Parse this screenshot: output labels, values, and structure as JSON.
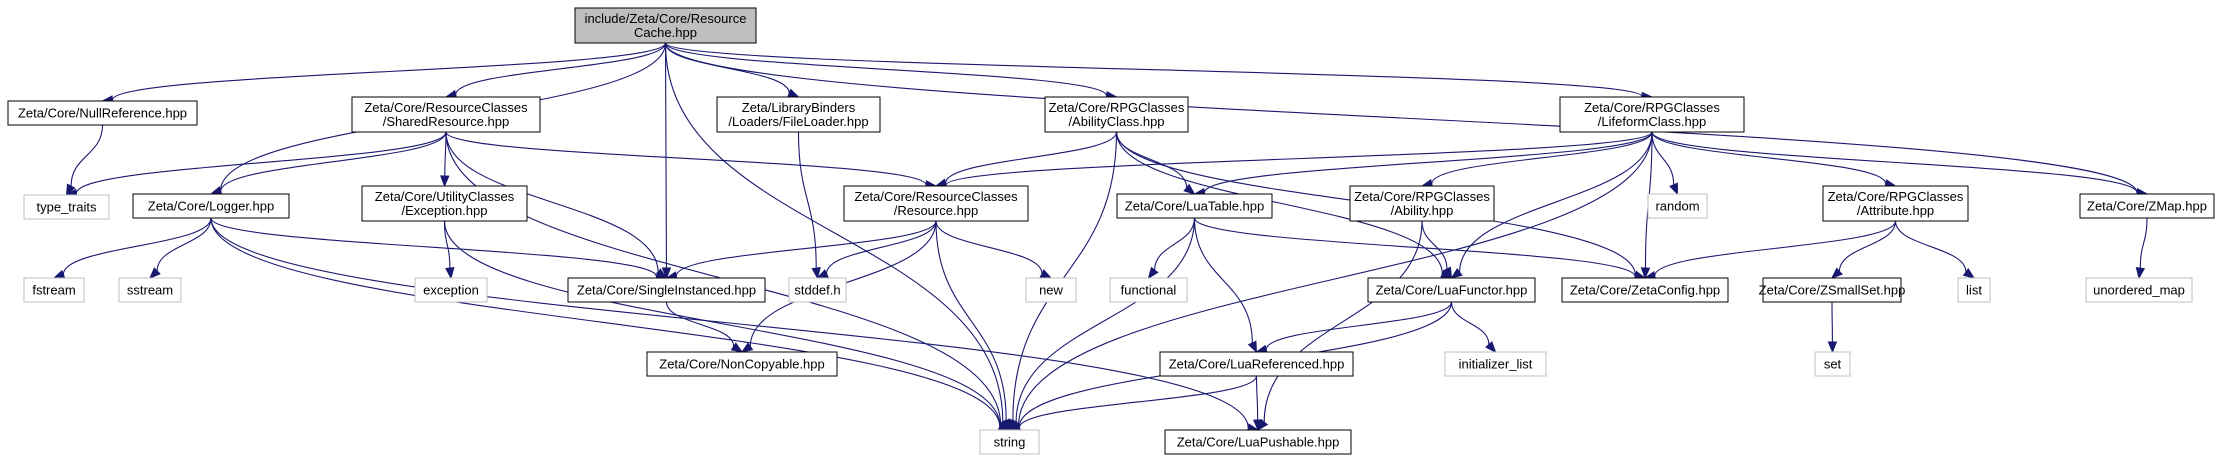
{
  "colors": {
    "edge": "#191970",
    "node_border": "#000000",
    "system_border": "#bfbfbf",
    "root_fill": "#bfbfbf",
    "node_fill": "#ffffff",
    "system_text": "#7f7f7f"
  },
  "nodes": [
    {
      "id": "root",
      "kind": "root",
      "lines": [
        "include/Zeta/Core/Resource",
        "Cache.hpp"
      ]
    },
    {
      "id": "nullref",
      "kind": "header",
      "lines": [
        "Zeta/Core/NullReference.hpp"
      ]
    },
    {
      "id": "sharedres",
      "kind": "header",
      "lines": [
        "Zeta/Core/ResourceClasses",
        "/SharedResource.hpp"
      ]
    },
    {
      "id": "fileloader",
      "kind": "header",
      "lines": [
        "Zeta/LibraryBinders",
        "/Loaders/FileLoader.hpp"
      ]
    },
    {
      "id": "abilityclass",
      "kind": "header",
      "lines": [
        "Zeta/Core/RPGClasses",
        "/AbilityClass.hpp"
      ]
    },
    {
      "id": "lifeform",
      "kind": "header",
      "lines": [
        "Zeta/Core/RPGClasses",
        "/LifeformClass.hpp"
      ]
    },
    {
      "id": "type_traits",
      "kind": "system",
      "lines": [
        "type_traits"
      ]
    },
    {
      "id": "logger",
      "kind": "header",
      "lines": [
        "Zeta/Core/Logger.hpp"
      ]
    },
    {
      "id": "exception_hpp",
      "kind": "header",
      "lines": [
        "Zeta/Core/UtilityClasses",
        "/Exception.hpp"
      ]
    },
    {
      "id": "resource",
      "kind": "header",
      "lines": [
        "Zeta/Core/ResourceClasses",
        "/Resource.hpp"
      ]
    },
    {
      "id": "luatable",
      "kind": "header",
      "lines": [
        "Zeta/Core/LuaTable.hpp"
      ]
    },
    {
      "id": "ability",
      "kind": "header",
      "lines": [
        "Zeta/Core/RPGClasses",
        "/Ability.hpp"
      ]
    },
    {
      "id": "random",
      "kind": "system",
      "lines": [
        "random"
      ]
    },
    {
      "id": "attribute",
      "kind": "header",
      "lines": [
        "Zeta/Core/RPGClasses",
        "/Attribute.hpp"
      ]
    },
    {
      "id": "zmap",
      "kind": "header",
      "lines": [
        "Zeta/Core/ZMap.hpp"
      ]
    },
    {
      "id": "fstream",
      "kind": "system",
      "lines": [
        "fstream"
      ]
    },
    {
      "id": "sstream",
      "kind": "system",
      "lines": [
        "sstream"
      ]
    },
    {
      "id": "exception",
      "kind": "system",
      "lines": [
        "exception"
      ]
    },
    {
      "id": "singleinst",
      "kind": "header",
      "lines": [
        "Zeta/Core/SingleInstanced.hpp"
      ]
    },
    {
      "id": "stddef",
      "kind": "system",
      "lines": [
        "stddef.h"
      ]
    },
    {
      "id": "new",
      "kind": "system",
      "lines": [
        "new"
      ]
    },
    {
      "id": "functional",
      "kind": "system",
      "lines": [
        "functional"
      ]
    },
    {
      "id": "luafunctor",
      "kind": "header",
      "lines": [
        "Zeta/Core/LuaFunctor.hpp"
      ]
    },
    {
      "id": "zetaconfig",
      "kind": "header",
      "lines": [
        "Zeta/Core/ZetaConfig.hpp"
      ]
    },
    {
      "id": "zsmallset",
      "kind": "header",
      "lines": [
        "Zeta/Core/ZSmallSet.hpp"
      ]
    },
    {
      "id": "list",
      "kind": "system",
      "lines": [
        "list"
      ]
    },
    {
      "id": "unordered_map",
      "kind": "system",
      "lines": [
        "unordered_map"
      ]
    },
    {
      "id": "noncopyable",
      "kind": "header",
      "lines": [
        "Zeta/Core/NonCopyable.hpp"
      ]
    },
    {
      "id": "initializer_list",
      "kind": "system",
      "lines": [
        "initializer_list"
      ]
    },
    {
      "id": "luareferenced",
      "kind": "header",
      "lines": [
        "Zeta/Core/LuaReferenced.hpp"
      ]
    },
    {
      "id": "set",
      "kind": "system",
      "lines": [
        "set"
      ]
    },
    {
      "id": "string",
      "kind": "system",
      "lines": [
        "string"
      ]
    },
    {
      "id": "luapushable",
      "kind": "header",
      "lines": [
        "Zeta/Core/LuaPushable.hpp"
      ]
    }
  ],
  "edges": [
    [
      "root",
      "nullref"
    ],
    [
      "root",
      "sharedres"
    ],
    [
      "root",
      "fileloader"
    ],
    [
      "root",
      "abilityclass"
    ],
    [
      "root",
      "lifeform"
    ],
    [
      "root",
      "logger"
    ],
    [
      "root",
      "singleinst"
    ],
    [
      "root",
      "zmap"
    ],
    [
      "root",
      "string"
    ],
    [
      "nullref",
      "type_traits"
    ],
    [
      "sharedres",
      "type_traits"
    ],
    [
      "sharedres",
      "logger"
    ],
    [
      "sharedres",
      "exception_hpp"
    ],
    [
      "sharedres",
      "resource"
    ],
    [
      "sharedres",
      "singleinst"
    ],
    [
      "sharedres",
      "string"
    ],
    [
      "fileloader",
      "stddef"
    ],
    [
      "abilityclass",
      "resource"
    ],
    [
      "abilityclass",
      "luatable"
    ],
    [
      "abilityclass",
      "luafunctor"
    ],
    [
      "abilityclass",
      "zetaconfig"
    ],
    [
      "abilityclass",
      "string"
    ],
    [
      "lifeform",
      "resource"
    ],
    [
      "lifeform",
      "luatable"
    ],
    [
      "lifeform",
      "ability"
    ],
    [
      "lifeform",
      "random"
    ],
    [
      "lifeform",
      "attribute"
    ],
    [
      "lifeform",
      "zmap"
    ],
    [
      "lifeform",
      "zetaconfig"
    ],
    [
      "lifeform",
      "luafunctor"
    ],
    [
      "lifeform",
      "string"
    ],
    [
      "logger",
      "fstream"
    ],
    [
      "logger",
      "sstream"
    ],
    [
      "logger",
      "singleinst"
    ],
    [
      "logger",
      "string"
    ],
    [
      "logger",
      "luapushable"
    ],
    [
      "exception_hpp",
      "exception"
    ],
    [
      "exception_hpp",
      "string"
    ],
    [
      "resource",
      "singleinst"
    ],
    [
      "resource",
      "stddef"
    ],
    [
      "resource",
      "new"
    ],
    [
      "resource",
      "noncopyable"
    ],
    [
      "resource",
      "string"
    ],
    [
      "singleinst",
      "noncopyable"
    ],
    [
      "luatable",
      "functional"
    ],
    [
      "luatable",
      "luareferenced"
    ],
    [
      "luatable",
      "zetaconfig"
    ],
    [
      "luatable",
      "string"
    ],
    [
      "ability",
      "luafunctor"
    ],
    [
      "ability",
      "luapushable"
    ],
    [
      "luafunctor",
      "initializer_list"
    ],
    [
      "luafunctor",
      "luareferenced"
    ],
    [
      "luafunctor",
      "string"
    ],
    [
      "attribute",
      "zetaconfig"
    ],
    [
      "attribute",
      "zsmallset"
    ],
    [
      "attribute",
      "list"
    ],
    [
      "zmap",
      "unordered_map"
    ],
    [
      "zsmallset",
      "set"
    ],
    [
      "luareferenced",
      "string"
    ],
    [
      "luareferenced",
      "luapushable"
    ]
  ]
}
